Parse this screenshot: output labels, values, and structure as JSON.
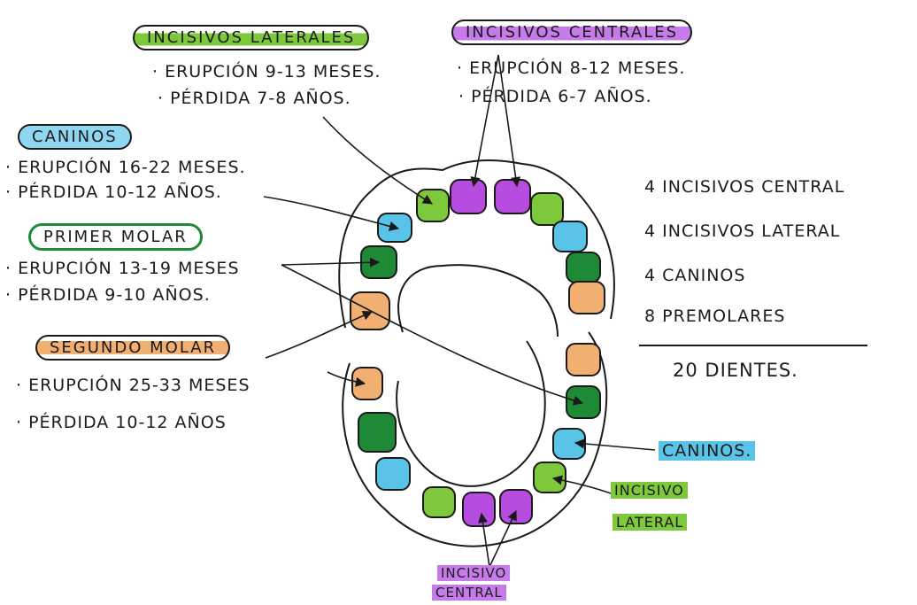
{
  "labels": {
    "lateral": {
      "title": "INCISIVOS LATERALES",
      "eruption": "· ERUPCIÓN 9-13 MESES.",
      "loss": "· PÉRDIDA 7-8 AÑOS.",
      "color": "#7ec83c"
    },
    "central": {
      "title": "INCISIVOS CENTRALES",
      "eruption": "· ERUPCIÓN 8-12 MESES.",
      "loss": "· PÉRDIDA 6-7 AÑOS.",
      "color": "#b64ce0"
    },
    "canine": {
      "title": "CANINOS",
      "eruption": "· ERUPCIÓN 16-22 MESES.",
      "loss": "· PÉRDIDA 10-12 AÑOS.",
      "color": "#59c4e8"
    },
    "first_molar": {
      "title": "PRIMER MOLAR",
      "eruption": "· ERUPCIÓN 13-19 MESES",
      "loss": "· PÉRDIDA 9-10 AÑOS.",
      "color": "#1f8a35"
    },
    "second_molar": {
      "title": "SEGUNDO MOLAR",
      "eruption": "· ERUPCIÓN 25-33 MESES",
      "loss": "· PÉRDIDA 10-12 AÑOS",
      "color": "#f1b072"
    }
  },
  "summary": {
    "items": [
      "4 INCISIVOS CENTRAL",
      "4 INCISIVOS LATERAL",
      "4 CANINOS",
      "8 PREMOLARES"
    ],
    "total": "20 DIENTES."
  },
  "callouts": {
    "canines": "CANINOS.",
    "lateral_line1": "INCISIVO",
    "lateral_line2": "LATERAL",
    "central_line1": "INCISIVO",
    "central_line2": "CENTRAL"
  }
}
